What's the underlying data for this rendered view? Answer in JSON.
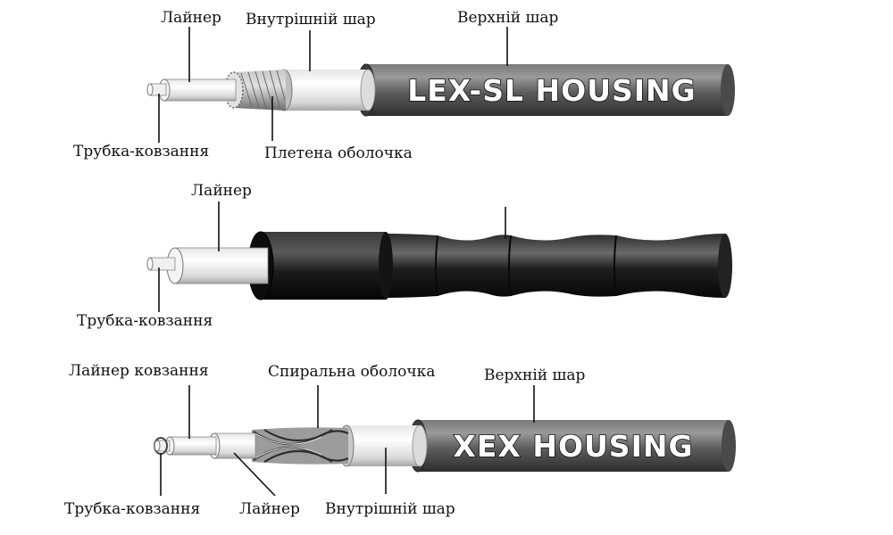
{
  "cable_1": {
    "labels": {
      "liner": "Лайнер",
      "inner_layer": "Внутрішній шар",
      "outer_layer": "Верхній шар",
      "slide_tube": "Трубка-ковзання",
      "braided_sheath": "Плетена оболочка"
    },
    "housing_text": "LEX-SL HOUSING"
  },
  "cable_2": {
    "labels": {
      "liner": "Лайнер",
      "slide_tube": "Трубка-ковзання"
    }
  },
  "cable_3": {
    "labels": {
      "slide_liner": "Лайнер ковзання",
      "spiral_sheath": "Спиральна оболочка",
      "outer_layer": "Верхній шар",
      "slide_tube": "Трубка-ковзання",
      "liner": "Лайнер",
      "inner_layer": "Внутрішній шар"
    },
    "housing_text": "XEX HOUSING"
  },
  "colors": {
    "housing_gray": "#5a5a5a",
    "housing_black": "#1c1c1c",
    "liner_white": "#f2f2f2",
    "braid_gray": "#a8a8a8"
  }
}
